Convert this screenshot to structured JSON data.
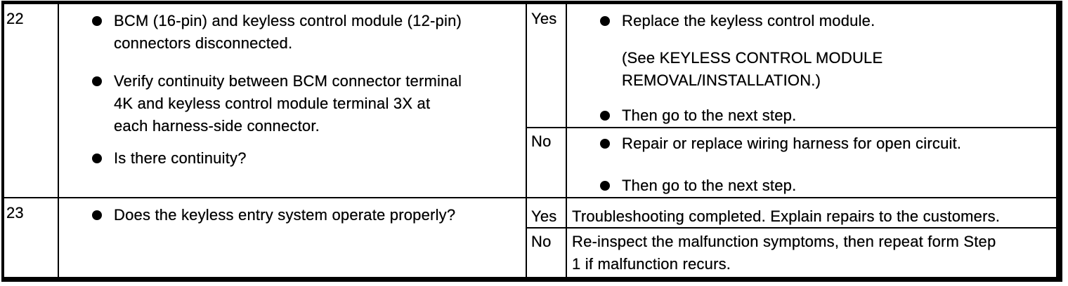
{
  "table": {
    "rows": [
      {
        "step": "22",
        "inspection_items": [
          {
            "text": "BCM (16-pin) and keyless control module (12-pin)\nconnectors disconnected."
          },
          {
            "text": "Verify continuity between BCM connector terminal\n4K and keyless control module terminal 3X at\neach harness-side connector."
          },
          {
            "text": "Is there continuity?"
          }
        ],
        "yes_label": "Yes",
        "yes_actions": [
          {
            "text": "Replace the keyless control module."
          },
          {
            "text": "(See KEYLESS CONTROL MODULE\nREMOVAL/INSTALLATION.)"
          },
          {
            "text": "Then go to the next step."
          }
        ],
        "no_label": "No",
        "no_actions": [
          {
            "text": "Repair or replace wiring harness for open circuit."
          },
          {
            "text": "Then go to the next step."
          }
        ]
      },
      {
        "step": "23",
        "inspection_items": [
          {
            "text": "Does the keyless entry system operate properly?"
          }
        ],
        "yes_label": "Yes",
        "yes_action_text": "Troubleshooting completed. Explain repairs to the customers.",
        "no_label": "No",
        "no_action_text": "Re-inspect the malfunction symptoms, then repeat form Step\n1 if malfunction recurs."
      }
    ],
    "colors": {
      "ink": "#000000",
      "paper": "#ffffff"
    }
  }
}
